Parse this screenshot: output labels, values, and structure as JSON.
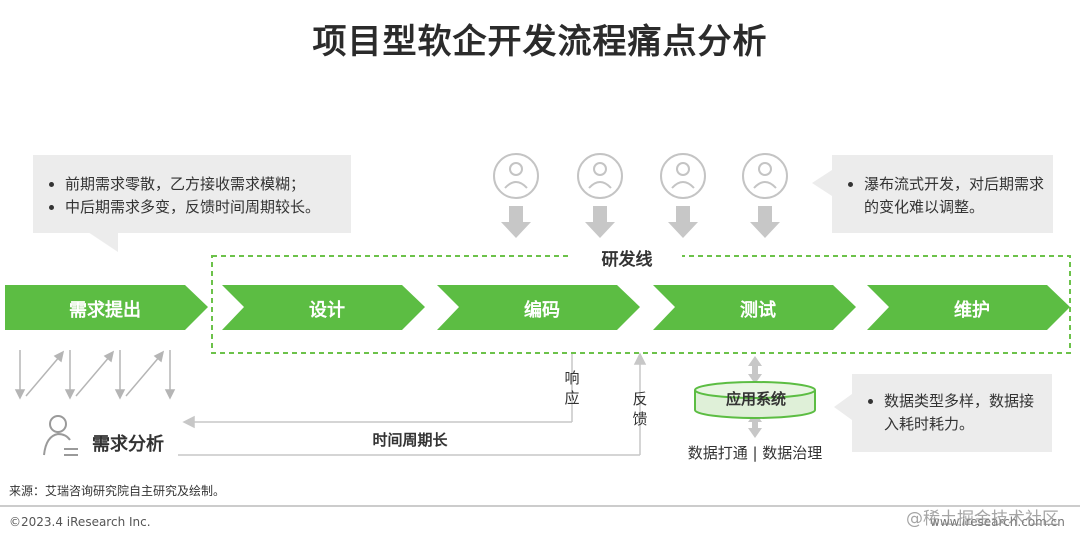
{
  "title": "项目型软企开发流程痛点分析",
  "callout_left": {
    "items": [
      "前期需求零散，乙方接收需求模糊；",
      "中后期需求多变，反馈时间周期较长。"
    ]
  },
  "callout_right": {
    "items": [
      "瀑布流式开发，对后期需求的变化难以调整。"
    ]
  },
  "callout_db": {
    "items": [
      "数据类型多样，数据接入耗时耗力。"
    ]
  },
  "stages": [
    "需求提出",
    "设计",
    "编码",
    "测试",
    "维护"
  ],
  "rd_line_label": "研发线",
  "response_label": "响应",
  "feedback_label": "反馈",
  "timeline_label": "时间周期长",
  "requirement_analysis_label": "需求分析",
  "db": {
    "label": "应用系统",
    "sub_label": "数据打通 | 数据治理"
  },
  "source": "来源：艾瑞咨询研究院自主研究及绘制。",
  "copyright": "©2023.4 iResearch Inc.",
  "site": "www.iresearch.com.cn",
  "watermark": "@稀土掘金技术社区",
  "colors": {
    "green": "#5cbd43",
    "dashed": "#6cc24a",
    "gray_arrow": "#c7c7c7",
    "callout_bg": "#ececec"
  }
}
